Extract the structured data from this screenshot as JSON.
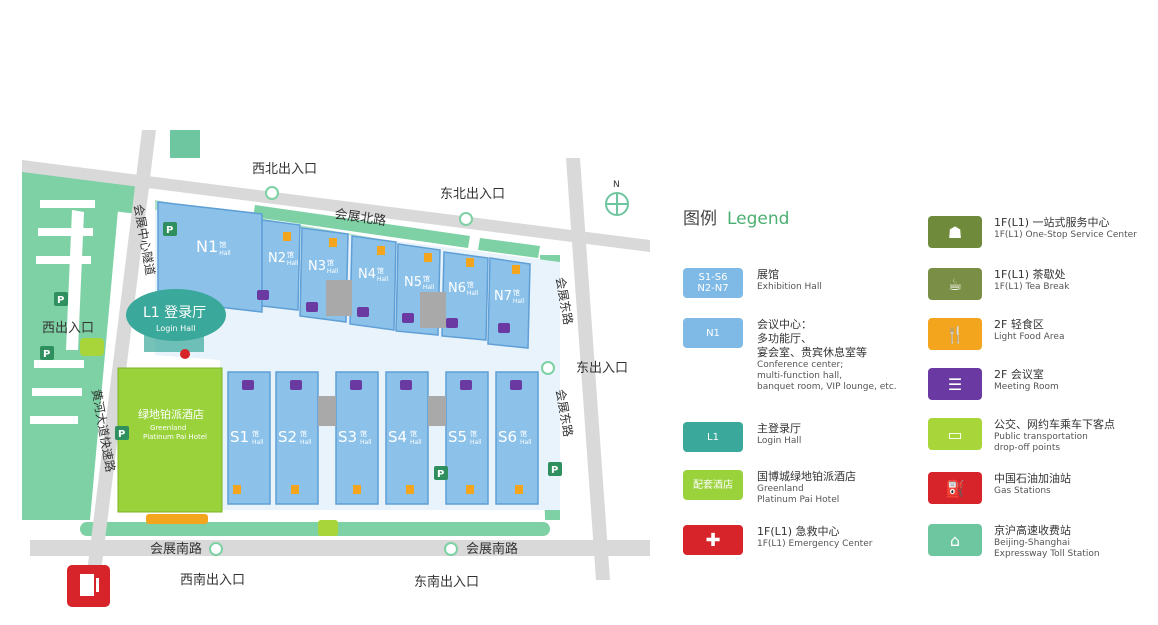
{
  "map": {
    "roads": {
      "north": "会展北路",
      "south_west": "会展南路",
      "south_east": "会展南路",
      "west_upper": "会展中心隧道",
      "west_lower": "黄河大道快速路",
      "east_upper": "会展东路",
      "east_lower": "会展东路"
    },
    "entrances": {
      "northwest": "西北出入口",
      "northeast": "东北出入口",
      "west": "西出入口",
      "east": "东出入口",
      "southwest": "西南出入口",
      "southeast": "东南出入口"
    },
    "compass": "N",
    "login_hall": {
      "zh": "L1 登录厅",
      "en": "Login Hall"
    },
    "hotel": {
      "zh": "绿地铂派酒店",
      "en1": "Greenland",
      "en2": "Platinum Pai Hotel"
    },
    "north_halls": [
      {
        "name": "N1",
        "zh": "馆",
        "en": "Hall"
      },
      {
        "name": "N2",
        "zh": "馆",
        "en": "Hall"
      },
      {
        "name": "N3",
        "zh": "馆",
        "en": "Hall"
      },
      {
        "name": "N4",
        "zh": "馆",
        "en": "Hall"
      },
      {
        "name": "N5",
        "zh": "馆",
        "en": "Hall"
      },
      {
        "name": "N6",
        "zh": "馆",
        "en": "Hall"
      },
      {
        "name": "N7",
        "zh": "馆",
        "en": "Hall"
      }
    ],
    "south_halls": [
      {
        "name": "S1",
        "zh": "馆",
        "en": "Hall"
      },
      {
        "name": "S2",
        "zh": "馆",
        "en": "Hall"
      },
      {
        "name": "S3",
        "zh": "馆",
        "en": "Hall"
      },
      {
        "name": "S4",
        "zh": "馆",
        "en": "Hall"
      },
      {
        "name": "S5",
        "zh": "馆",
        "en": "Hall"
      },
      {
        "name": "S6",
        "zh": "馆",
        "en": "Hall"
      }
    ],
    "parking": "P"
  },
  "legend": {
    "title_zh": "图例",
    "title_en": "Legend",
    "left": [
      {
        "swatch": "S1-S6\nN2-N7",
        "zh": "展馆",
        "en": [
          "Exhibition Hall"
        ],
        "color": "#7fb9e6"
      },
      {
        "swatch": "N1",
        "zh": "会议中心：",
        "zh2": "多功能厅、",
        "zh3": "宴会室、贵宾休息室等",
        "en": [
          "Conference center;",
          "multi-function hall,",
          "banquet room, VIP lounge, etc."
        ],
        "color": "#7fb9e6"
      },
      {
        "swatch": "L1",
        "zh": "主登录厅",
        "en": [
          "Login Hall"
        ],
        "color": "#3aa89a"
      },
      {
        "swatch": "配套酒店",
        "zh": "国博城绿地铂派酒店",
        "en": [
          "Greenland",
          "Platinum Pai Hotel"
        ],
        "color": "#9ad23c"
      },
      {
        "swatch": "",
        "zh": "1F(L1) 急救中心",
        "en": [
          "1F(L1) Emergency Center"
        ],
        "color": "#d6242a"
      }
    ],
    "right": [
      {
        "zh": "1F(L1)  一站式服务中心",
        "en": [
          "1F(L1) One-Stop Service Center"
        ],
        "color": "#6f8a3a"
      },
      {
        "zh": "1F(L1) 茶歇处",
        "en": [
          "1F(L1) Tea Break"
        ],
        "color": "#7a8f45"
      },
      {
        "zh": "2F 轻食区",
        "en": [
          "Light Food Area"
        ],
        "color": "#f2a51d"
      },
      {
        "zh": "2F 会议室",
        "en": [
          "Meeting Room"
        ],
        "color": "#6a3aa2"
      },
      {
        "zh": "公交、网约车乘车下客点",
        "en": [
          "Public transportation",
          "drop-off points"
        ],
        "color": "#a8d63a"
      },
      {
        "zh": "中国石油加油站",
        "en": [
          "Gas Stations"
        ],
        "color": "#d6242a"
      },
      {
        "zh": "京沪高速收费站",
        "en": [
          "Beijing-Shanghai",
          "Expressway Toll Station"
        ],
        "color": "#6dc6a0"
      }
    ]
  },
  "colors": {
    "hall": "#8cc2ea",
    "hall_dark": "#5f9fd6",
    "road": "#d9d9d9",
    "green": "#7dd1a4",
    "login": "#3aa89a",
    "hotel": "#9ad23c",
    "meeting": "#6a3aa2",
    "food": "#f2a51d"
  }
}
